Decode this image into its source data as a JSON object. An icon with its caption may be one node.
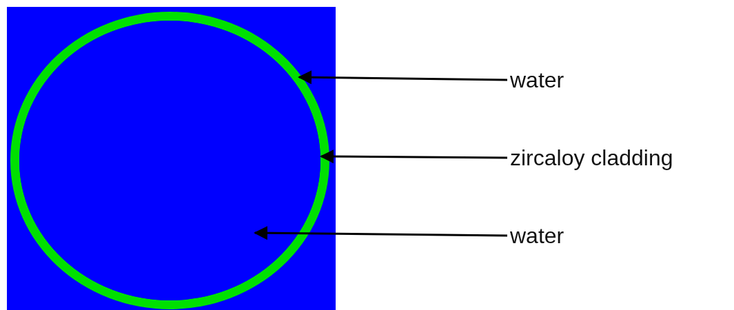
{
  "diagram": {
    "nodes": [
      {
        "text": [],
        "shape": "box"
      },
      {
        "text": [],
        "shape": "circle",
        "in": 0
      },
      {
        "text": [],
        "shape": "circle",
        "in": 1
      },
      {
        "text": [
          "water"
        ]
      },
      {
        "text": [
          "zircaloy cladding"
        ]
      },
      {
        "text": [
          "water"
        ]
      }
    ],
    "edges": [
      {
        "from": 3,
        "to": 0,
        "arrow": "to"
      },
      {
        "from": 4,
        "to": 1,
        "arrow": "to"
      },
      {
        "from": 5,
        "to": 2,
        "arrow": "to"
      }
    ]
  }
}
